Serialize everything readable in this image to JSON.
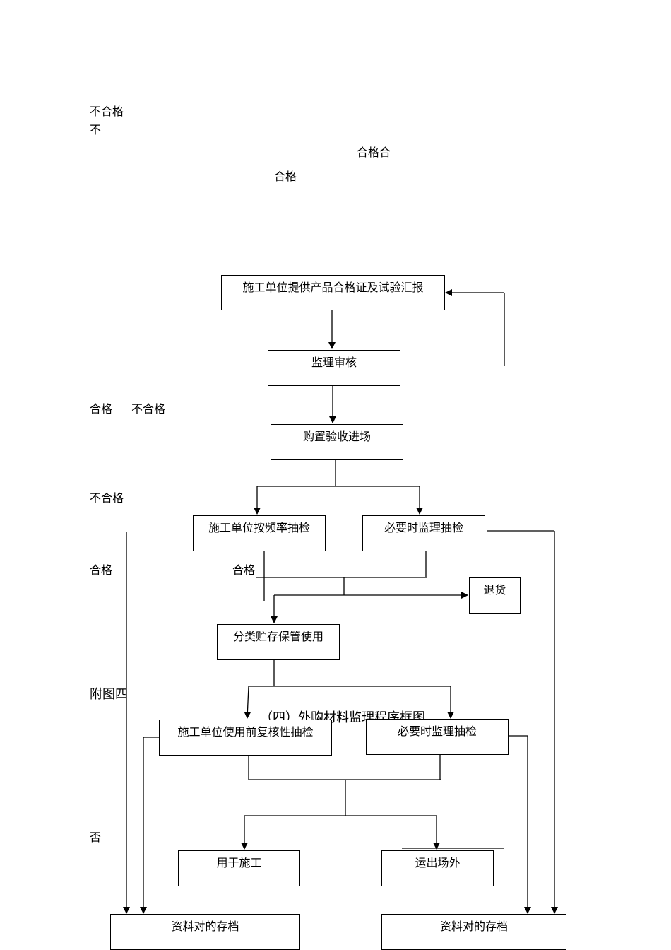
{
  "side_labels": {
    "fail_1": "不合格",
    "fail_2": "不",
    "pass_fail_top": "合格合",
    "pass_top": "合格",
    "pass_mid": "合格",
    "fail_mid": "不合格",
    "fail_low": "不合格",
    "pass_low": "合格",
    "pass_low2": "合格",
    "no": "否"
  },
  "attachment_label": "附图四",
  "diagram_title": "（四）外购材料监理程序框图",
  "boxes": {
    "provide_certificates": "施工单位提供产品合格证及试验汇报",
    "supervision_review": "监理审核",
    "purchase_acceptance": "购置验收进场",
    "contractor_sampling": "施工单位按频率抽检",
    "supervisor_sampling_1": "必要时监理抽检",
    "return_goods": "退货",
    "storage_use": "分类贮存保管使用",
    "contractor_recheck": "施工单位使用前复核性抽检",
    "supervisor_sampling_2": "必要时监理抽检",
    "use_in_construction": "用于施工",
    "remove_offsite": "运出场外",
    "archive_left": "资料对的存档",
    "archive_right": "资料对的存档"
  }
}
